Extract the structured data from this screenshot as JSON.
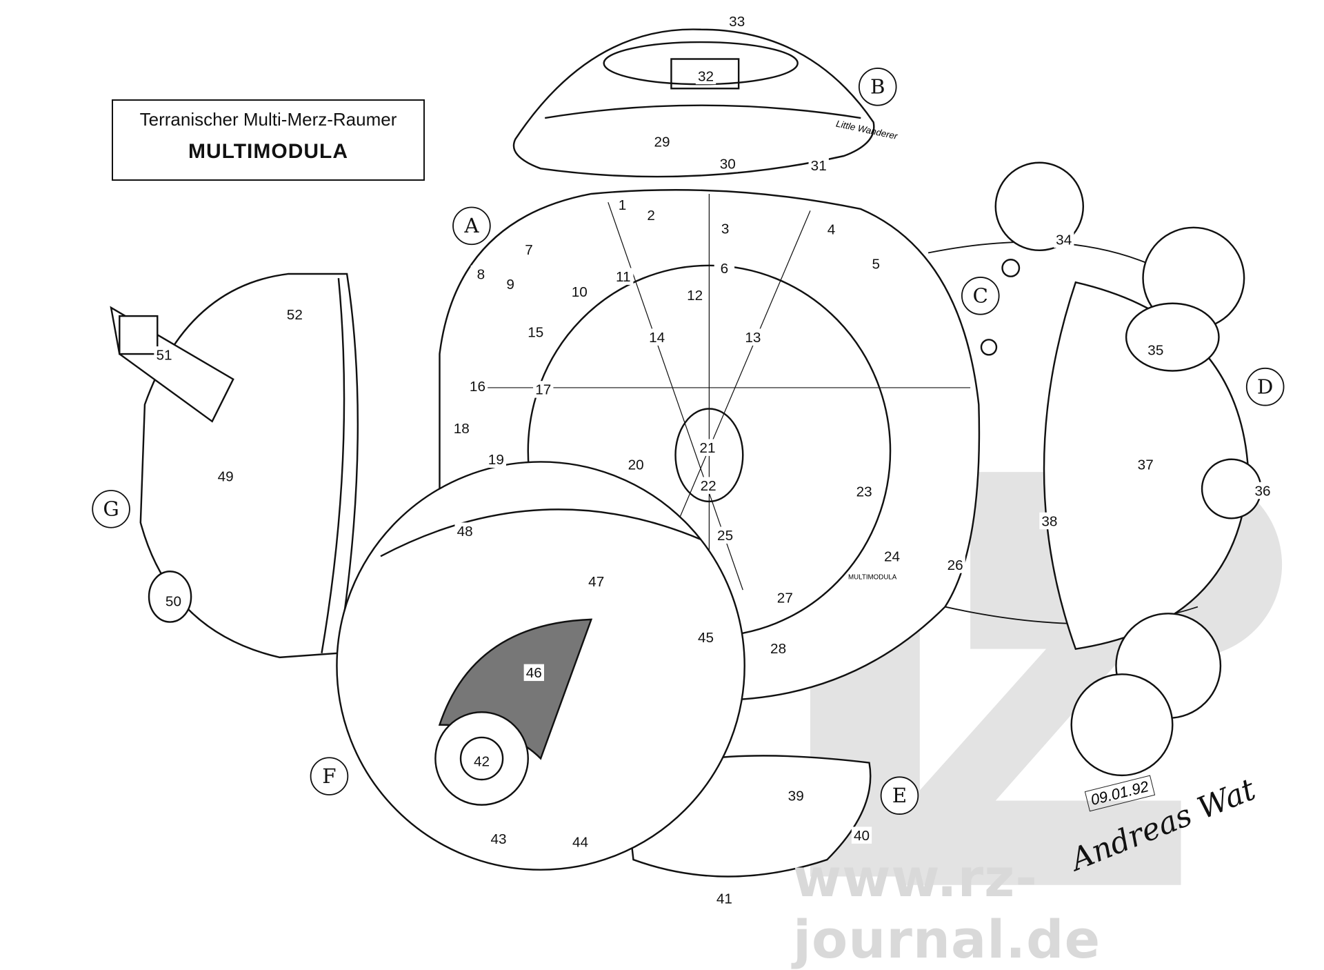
{
  "title": {
    "subtitle": "Terranischer Multi-Merz-Raumer",
    "name": "MULTIMODULA"
  },
  "module_letters": [
    "A",
    "B",
    "C",
    "D",
    "E",
    "F",
    "G"
  ],
  "callouts": [
    "1",
    "2",
    "3",
    "4",
    "5",
    "6",
    "7",
    "8",
    "9",
    "10",
    "11",
    "12",
    "13",
    "14",
    "15",
    "16",
    "17",
    "18",
    "19",
    "20",
    "21",
    "22",
    "23",
    "24",
    "25",
    "26",
    "27",
    "28",
    "29",
    "30",
    "31",
    "32",
    "33",
    "34",
    "35",
    "36",
    "37",
    "38",
    "39",
    "40",
    "41",
    "42",
    "43",
    "44",
    "45",
    "46",
    "47",
    "48",
    "49",
    "50",
    "51",
    "52"
  ],
  "hull_inscriptions": {
    "module_b": "Little Wanderer",
    "module_a": "MULTIMODULA"
  },
  "signature": {
    "date": "09.01.92",
    "name": "Andreas Wat"
  },
  "watermark": "www.rz-journal.de",
  "colors": {
    "ink": "#111111",
    "watermark": "#d9d9d9",
    "hatch": "#6e6e6e"
  }
}
